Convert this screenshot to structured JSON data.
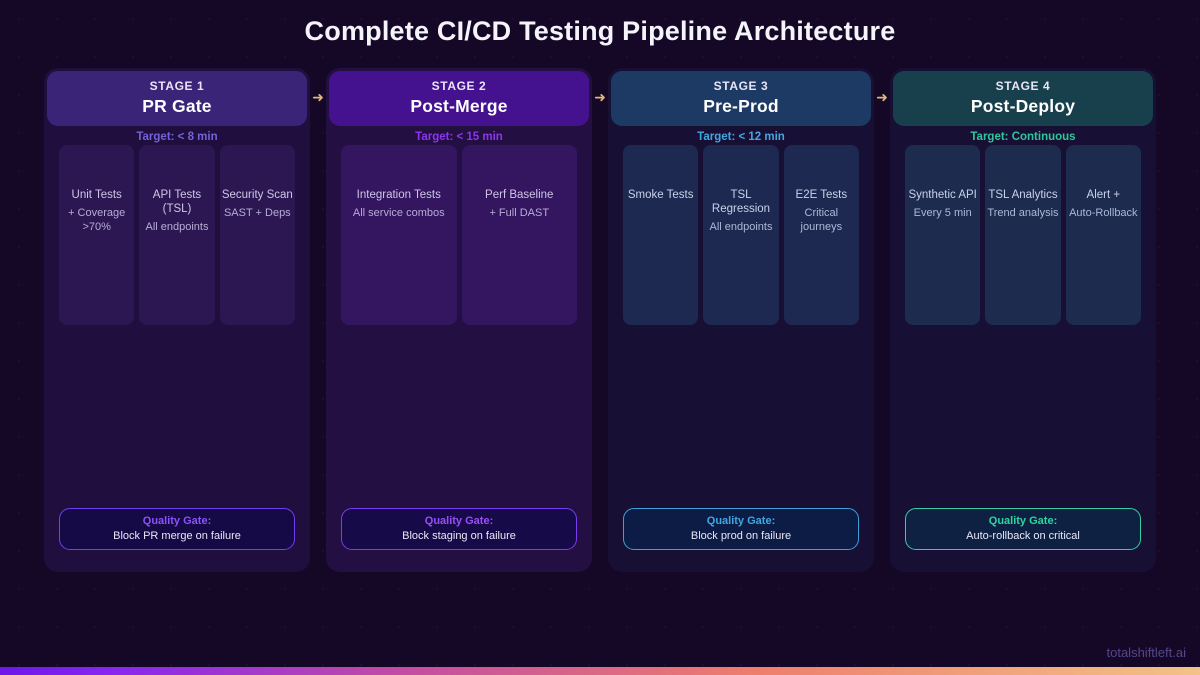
{
  "title": "Complete CI/CD Testing Pipeline Architecture",
  "watermark": "totalshiftleft.ai",
  "arrow_glyph": "➜",
  "colors": {
    "page_background": "#150827",
    "bottom_bar_gradient": [
      "#6d17ea",
      "#c44da2",
      "#ee7e6c",
      "#f3c286"
    ],
    "arrow": "#e7b47c"
  },
  "stages": [
    {
      "stage_label": "STAGE 1",
      "name": "PR Gate",
      "target": "Target: < 8 min",
      "theme": {
        "column_bg": "#200e3e",
        "header_bg": "#3a2478",
        "target_color": "#7263d8",
        "card_bg": "#2c1753",
        "card_title": "#cdc7e6",
        "card_sub": "#b6add6",
        "gate_bg": "#150a45",
        "gate_border": "#6d3ff0",
        "gate_label": "#8a52f8"
      },
      "cards": [
        {
          "title": "Unit Tests",
          "subtitle": "+ Coverage >70%"
        },
        {
          "title": "API Tests (TSL)",
          "subtitle": "All endpoints"
        },
        {
          "title": "Security Scan",
          "subtitle": "SAST + Deps"
        }
      ],
      "quality_gate": {
        "label": "Quality Gate:",
        "text": "Block PR merge on failure"
      }
    },
    {
      "stage_label": "STAGE 2",
      "name": "Post-Merge",
      "target": "Target: < 15 min",
      "theme": {
        "column_bg": "#230f42",
        "header_bg": "#45128f",
        "target_color": "#8c35ee",
        "card_bg": "#331560",
        "card_title": "#cdc7e6",
        "card_sub": "#b6add6",
        "gate_bg": "#170a48",
        "gate_border": "#7a3cf2",
        "gate_label": "#9a4ef8"
      },
      "cards": [
        {
          "title": "Integration Tests",
          "subtitle": "All service combos"
        },
        {
          "title": "Perf Baseline",
          "subtitle": "+ Full DAST"
        }
      ],
      "quality_gate": {
        "label": "Quality Gate:",
        "text": "Block staging on failure"
      }
    },
    {
      "stage_label": "STAGE 3",
      "name": "Pre-Prod",
      "target": "Target: < 12 min",
      "theme": {
        "column_bg": "#181034",
        "header_bg": "#1c3a63",
        "target_color": "#41a7e2",
        "card_bg": "#1d2950",
        "card_title": "#c9d1ea",
        "card_sub": "#aeb8d8",
        "gate_bg": "#0d1c45",
        "gate_border": "#3f9fd8",
        "gate_label": "#41a7e2"
      },
      "cards": [
        {
          "title": "Smoke Tests",
          "subtitle": ""
        },
        {
          "title": "TSL Regression",
          "subtitle": "All endpoints"
        },
        {
          "title": "E2E Tests",
          "subtitle": "Critical journeys"
        }
      ],
      "quality_gate": {
        "label": "Quality Gate:",
        "text": "Block prod on failure"
      }
    },
    {
      "stage_label": "STAGE 4",
      "name": "Post-Deploy",
      "target": "Target: Continuous",
      "theme": {
        "column_bg": "#171034",
        "header_bg": "#17404c",
        "target_color": "#2fc79a",
        "card_bg": "#1c2b4e",
        "card_title": "#c9d1ea",
        "card_sub": "#aeb8d8",
        "gate_bg": "#0e2142",
        "gate_border": "#35cfa0",
        "gate_label": "#2fd4a0"
      },
      "cards": [
        {
          "title": "Synthetic API",
          "subtitle": "Every 5 min"
        },
        {
          "title": "TSL Analytics",
          "subtitle": "Trend analysis"
        },
        {
          "title": "Alert +",
          "subtitle": "Auto-Rollback"
        }
      ],
      "quality_gate": {
        "label": "Quality Gate:",
        "text": "Auto-rollback on critical"
      }
    }
  ]
}
